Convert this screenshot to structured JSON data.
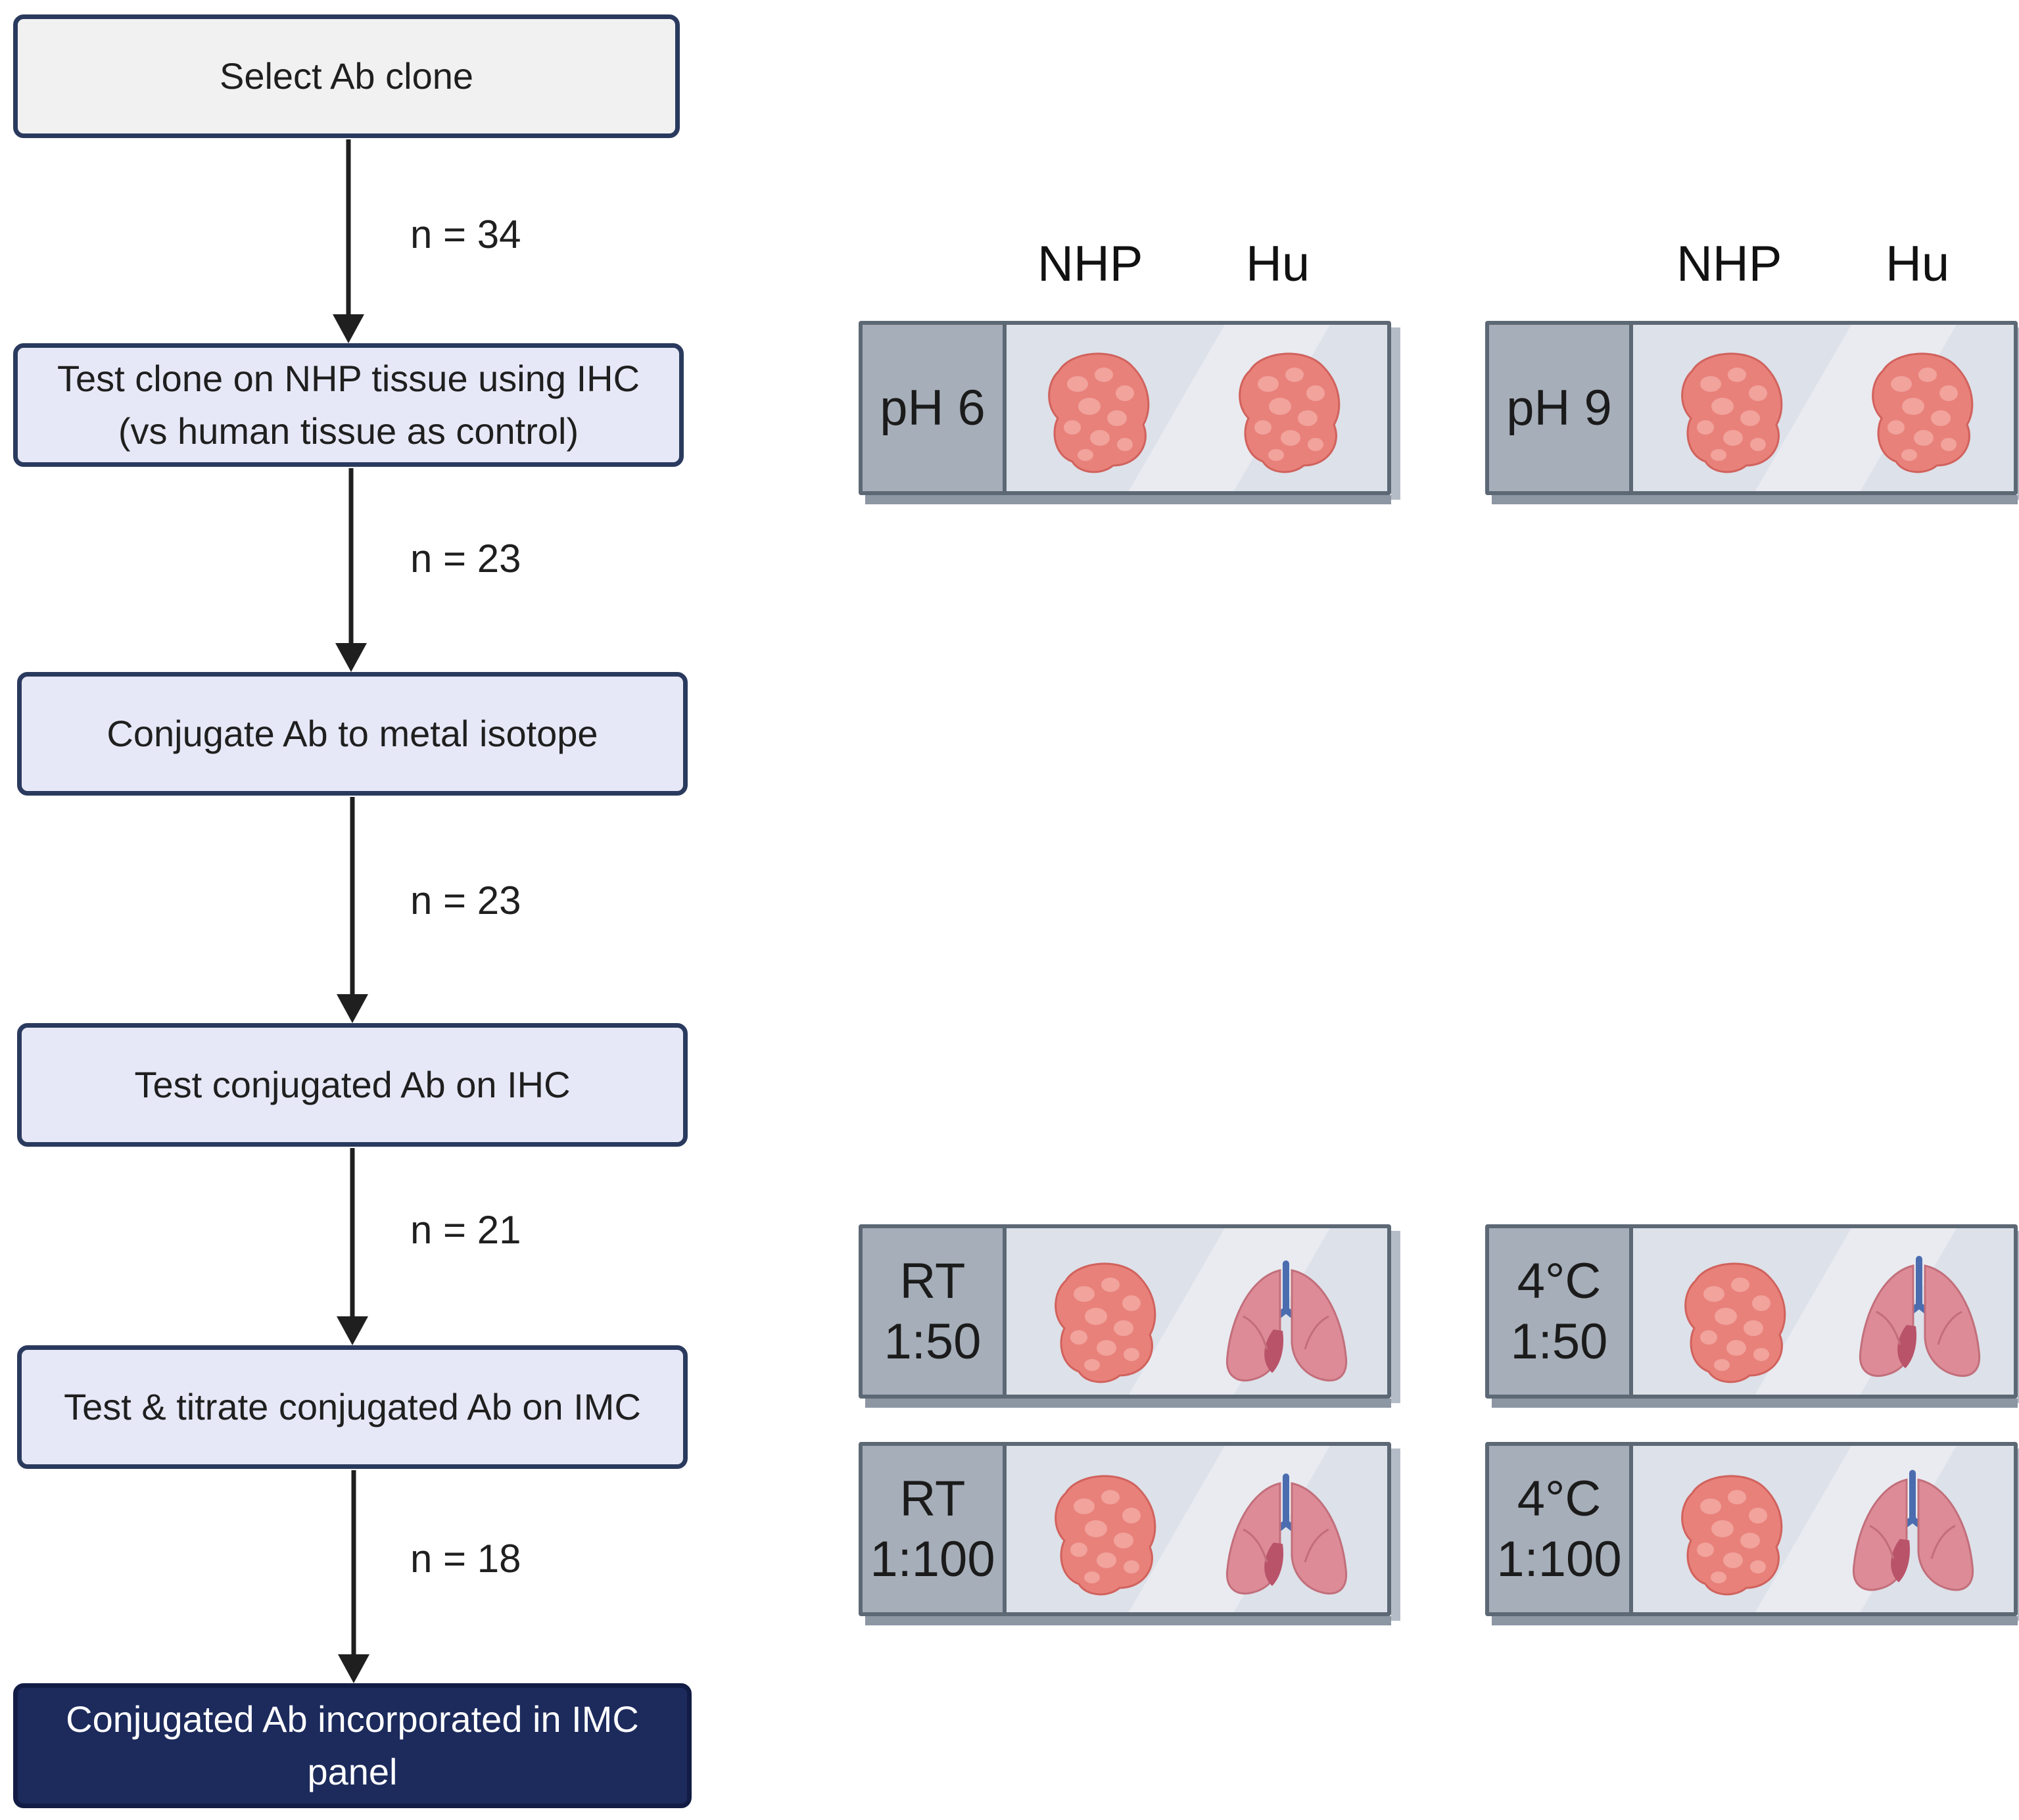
{
  "flowchart": {
    "steps": [
      "Select Ab clone",
      "Test clone on NHP tissue using IHC\n(vs human tissue as control)",
      "Conjugate Ab to metal isotope",
      "Test  conjugated Ab on IHC",
      "Test & titrate conjugated Ab on IMC",
      "Conjugated Ab incorporated in IMC\npanel"
    ],
    "counts": [
      "n = 34",
      "n = 23",
      "n = 23",
      "n = 21",
      "n = 18"
    ]
  },
  "ihc_slides": {
    "headers": [
      "NHP",
      "Hu",
      "NHP",
      "Hu"
    ],
    "labels": [
      "pH 6",
      "pH 9"
    ]
  },
  "imc_slides": {
    "labels": [
      "RT\n1:50",
      "4°C\n1:50",
      "RT\n1:100",
      "4°C\n1:100"
    ]
  },
  "colors": {
    "box_border": "#2a3a5e",
    "box_fill": "#e6e8f7",
    "final_box_fill": "#1c2a5c",
    "tissue": "#e8817a",
    "lung": "#dd8c97",
    "airway": "#4b6db0"
  },
  "icons": [
    "lymph-node-tissue-icon",
    "lung-tissue-icon"
  ]
}
